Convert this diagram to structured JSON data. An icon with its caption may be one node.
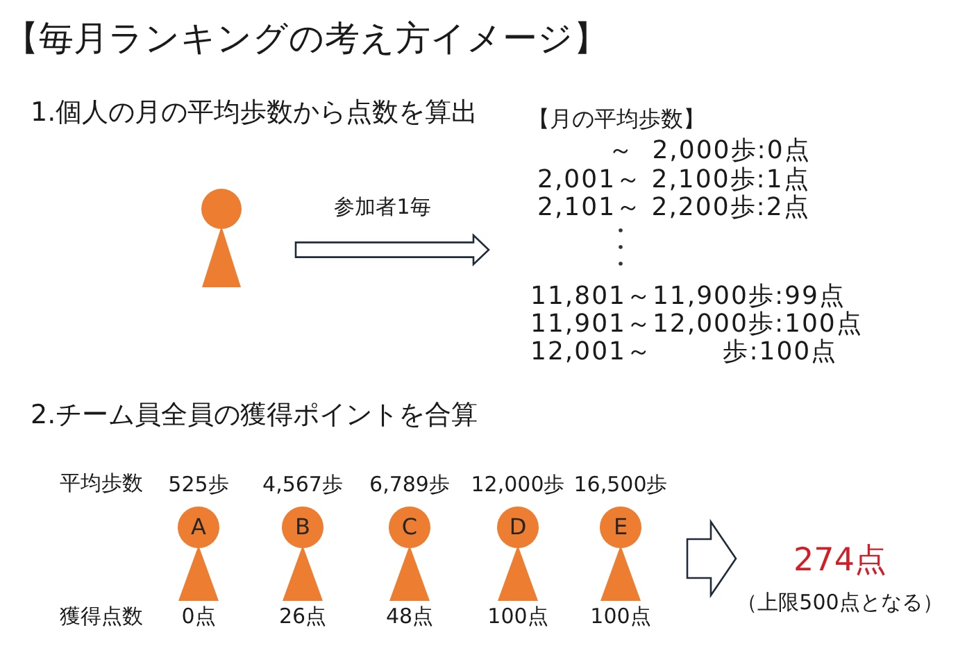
{
  "diagram": {
    "title": "【毎月ランキングの考え方イメージ】",
    "nodes": [
      {
        "text": [],
        "shape": "person"
      },
      {
        "text": [
          "【月の平均歩数】",
          "～ 2,000歩:0点",
          "2,001～ 2,100歩:1点",
          "2,101～ 2,200歩:2点",
          "11,801～11,900歩:99点",
          "11,901～12,000歩:100点",
          "12,001～ 歩:100点"
        ]
      },
      {
        "text": [
          "A"
        ],
        "beside": [
          "525歩",
          "0点"
        ]
      },
      {
        "text": [
          "B"
        ],
        "beside": [
          "4,567歩",
          "26点"
        ]
      },
      {
        "text": [
          "C"
        ],
        "beside": [
          "6,789歩",
          "48点"
        ]
      },
      {
        "text": [
          "D"
        ],
        "beside": [
          "12,000歩",
          "100点"
        ]
      },
      {
        "text": [
          "E"
        ],
        "beside": [
          "16,500歩",
          "100点"
        ]
      },
      {
        "text": [
          "274点",
          "（上限500点となる）"
        ]
      }
    ],
    "edges": [
      {
        "from": 0,
        "to": 1,
        "arrow": "to",
        "label": "参加者1毎"
      },
      {
        "from": null,
        "to": 7,
        "arrow": "to"
      }
    ],
    "labels": [
      "1.個人の月の平均歩数から点数を算出",
      "2.チーム員全員の獲得ポイントを合算",
      "平均歩数",
      "獲得点数"
    ]
  }
}
